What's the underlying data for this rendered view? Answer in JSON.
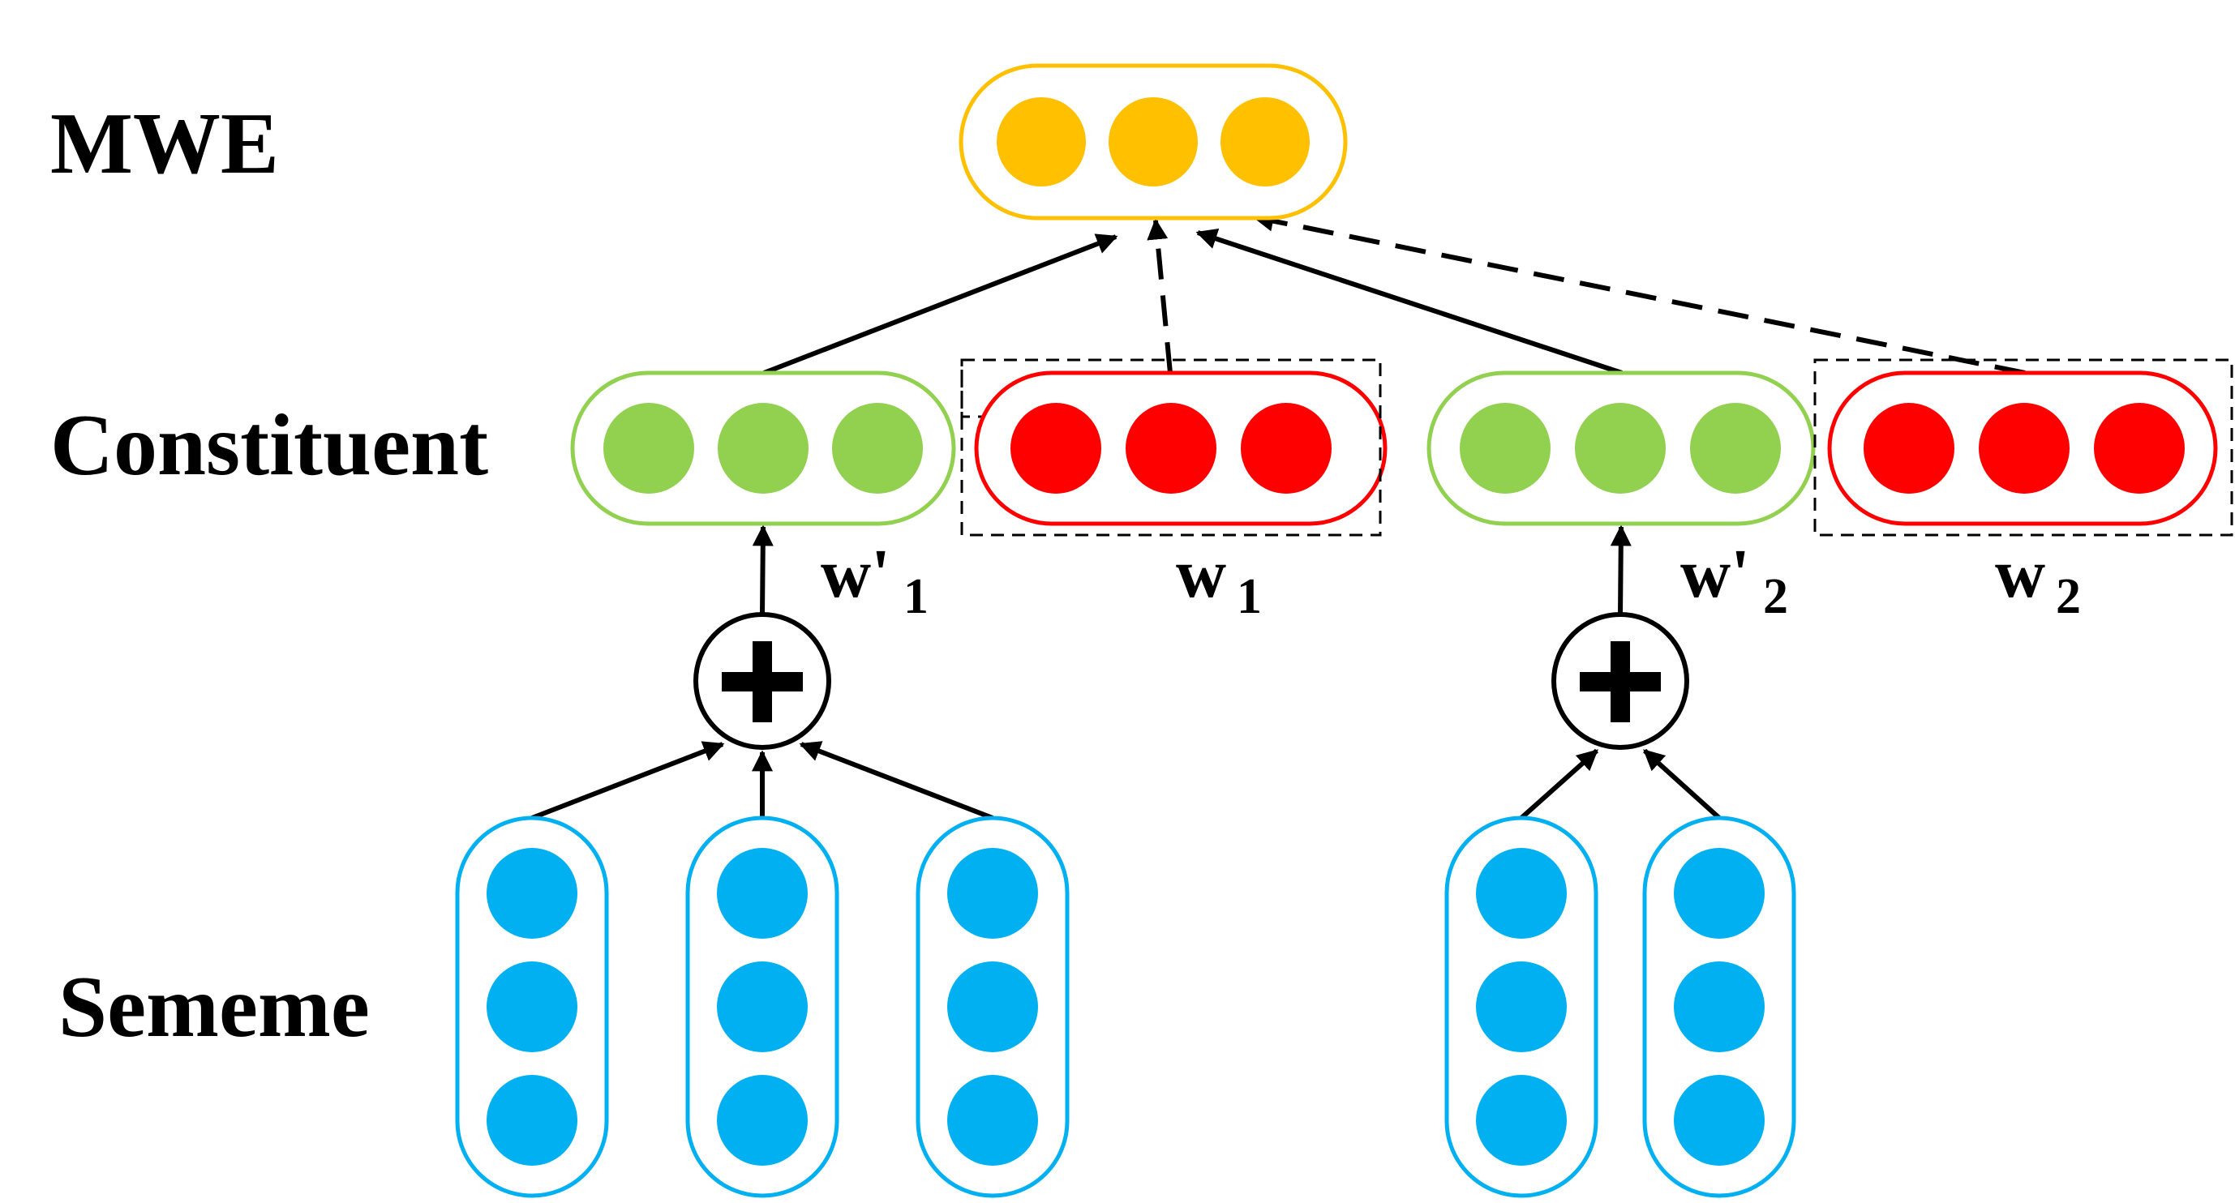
{
  "labels": {
    "mwe": "MWE",
    "constituent": "Constituent",
    "sememe": "Sememe"
  },
  "words": {
    "w1_prime": {
      "base": "w'",
      "sub": "1"
    },
    "w1": {
      "base": "w",
      "sub": "1"
    },
    "w2_prime": {
      "base": "w'",
      "sub": "2"
    },
    "w2": {
      "base": "w",
      "sub": "2"
    }
  },
  "operator": {
    "symbol": "+",
    "icon": "plus-circle-icon"
  },
  "colors": {
    "mwe": "#FFC000",
    "constituent": "#92D050",
    "word": "#FF0000",
    "sememe": "#00B0F0",
    "stroke": "#000000"
  }
}
